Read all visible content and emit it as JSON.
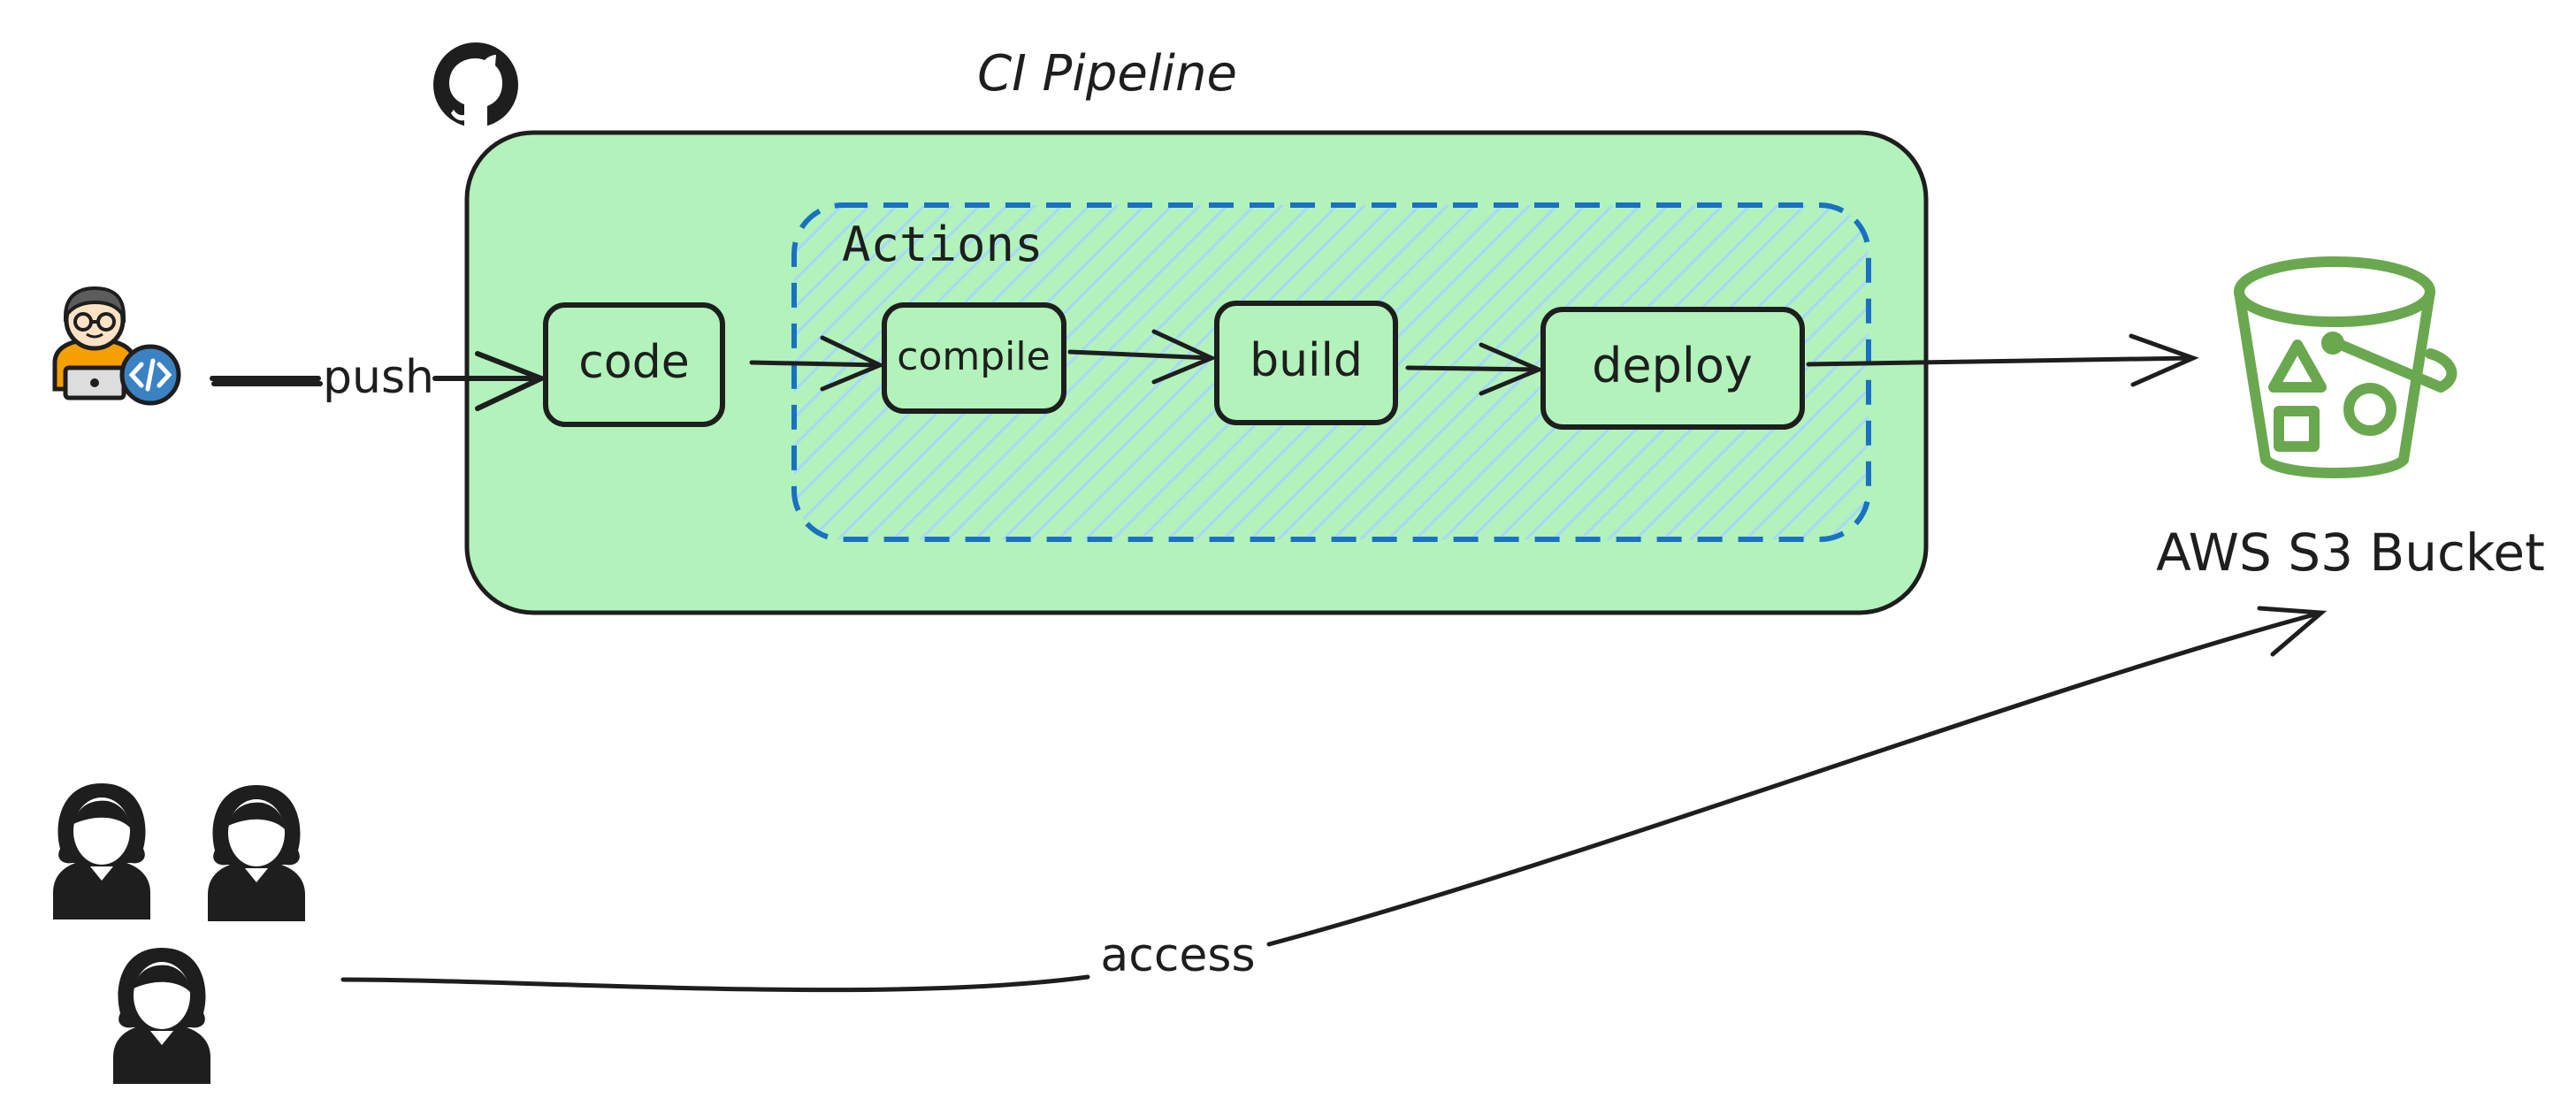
{
  "diagram": {
    "pipeline_title": "CI Pipeline",
    "actions_label": "Actions",
    "push_label": "push",
    "access_label": "access",
    "bucket_label": "AWS S3 Bucket",
    "steps": {
      "code": "code",
      "compile": "compile",
      "build": "build",
      "deploy": "deploy"
    }
  },
  "colors": {
    "pipeline_fill": "#b2f2bb",
    "actions_border": "#1971c2",
    "actions_hatch": "#a5d8ff",
    "stroke": "#1e1e1e",
    "bucket_green": "#6aa84f",
    "developer_shirt": "#f59f00",
    "developer_badge": "#3b82c4"
  },
  "icons": [
    "github-icon",
    "developer-icon",
    "user-icon",
    "s3-bucket-icon"
  ]
}
